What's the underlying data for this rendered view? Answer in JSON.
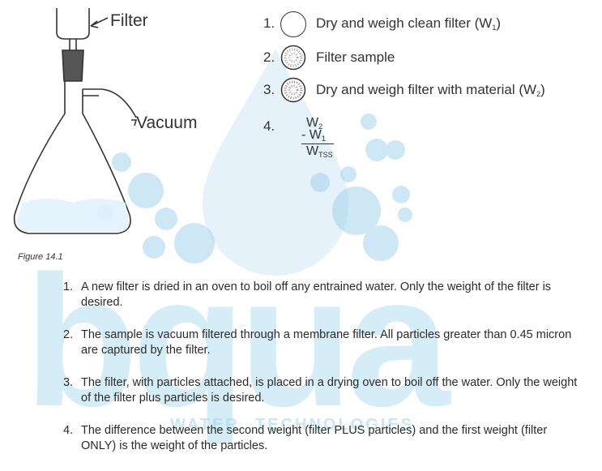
{
  "diagram": {
    "filter_label": "Filter",
    "vacuum_label": "Vacuum",
    "steps": [
      {
        "num": "1.",
        "text": "Dry and weigh clean filter (W",
        "sub": "1",
        "tail": ")"
      },
      {
        "num": "2.",
        "text": "Filter sample",
        "sub": "",
        "tail": ""
      },
      {
        "num": "3.",
        "text": "Dry and weigh filter with material (W",
        "sub": "2",
        "tail": ")"
      },
      {
        "num": "4.",
        "text": "",
        "sub": "",
        "tail": ""
      }
    ],
    "calc": {
      "line1": "W",
      "line1_sub": "2",
      "line2": "- W",
      "line2_sub": "1",
      "line3": "W",
      "line3_sub": "TSS"
    }
  },
  "figure_caption": "Figure 14.1",
  "explanations": [
    {
      "num": "1.",
      "text": "A new filter is dried in an oven to boil off any entrained water. Only the weight of the filter is desired."
    },
    {
      "num": "2.",
      "text": "The sample is vacuum filtered through a membrane filter. All particles greater than 0.45 micron are captured by the filter."
    },
    {
      "num": "3.",
      "text": "The filter, with particles attached, is placed in a drying oven to boil off the water. Only the weight of the filter plus particles is desired."
    },
    {
      "num": "4.",
      "text": "The difference between the second weight (filter PLUS particles) and the first weight (filter ONLY) is the weight of the particles."
    }
  ],
  "watermark": {
    "word": "bqua",
    "line": "WATER TECHNOLOGIES",
    "color": "#5ab4dc"
  }
}
